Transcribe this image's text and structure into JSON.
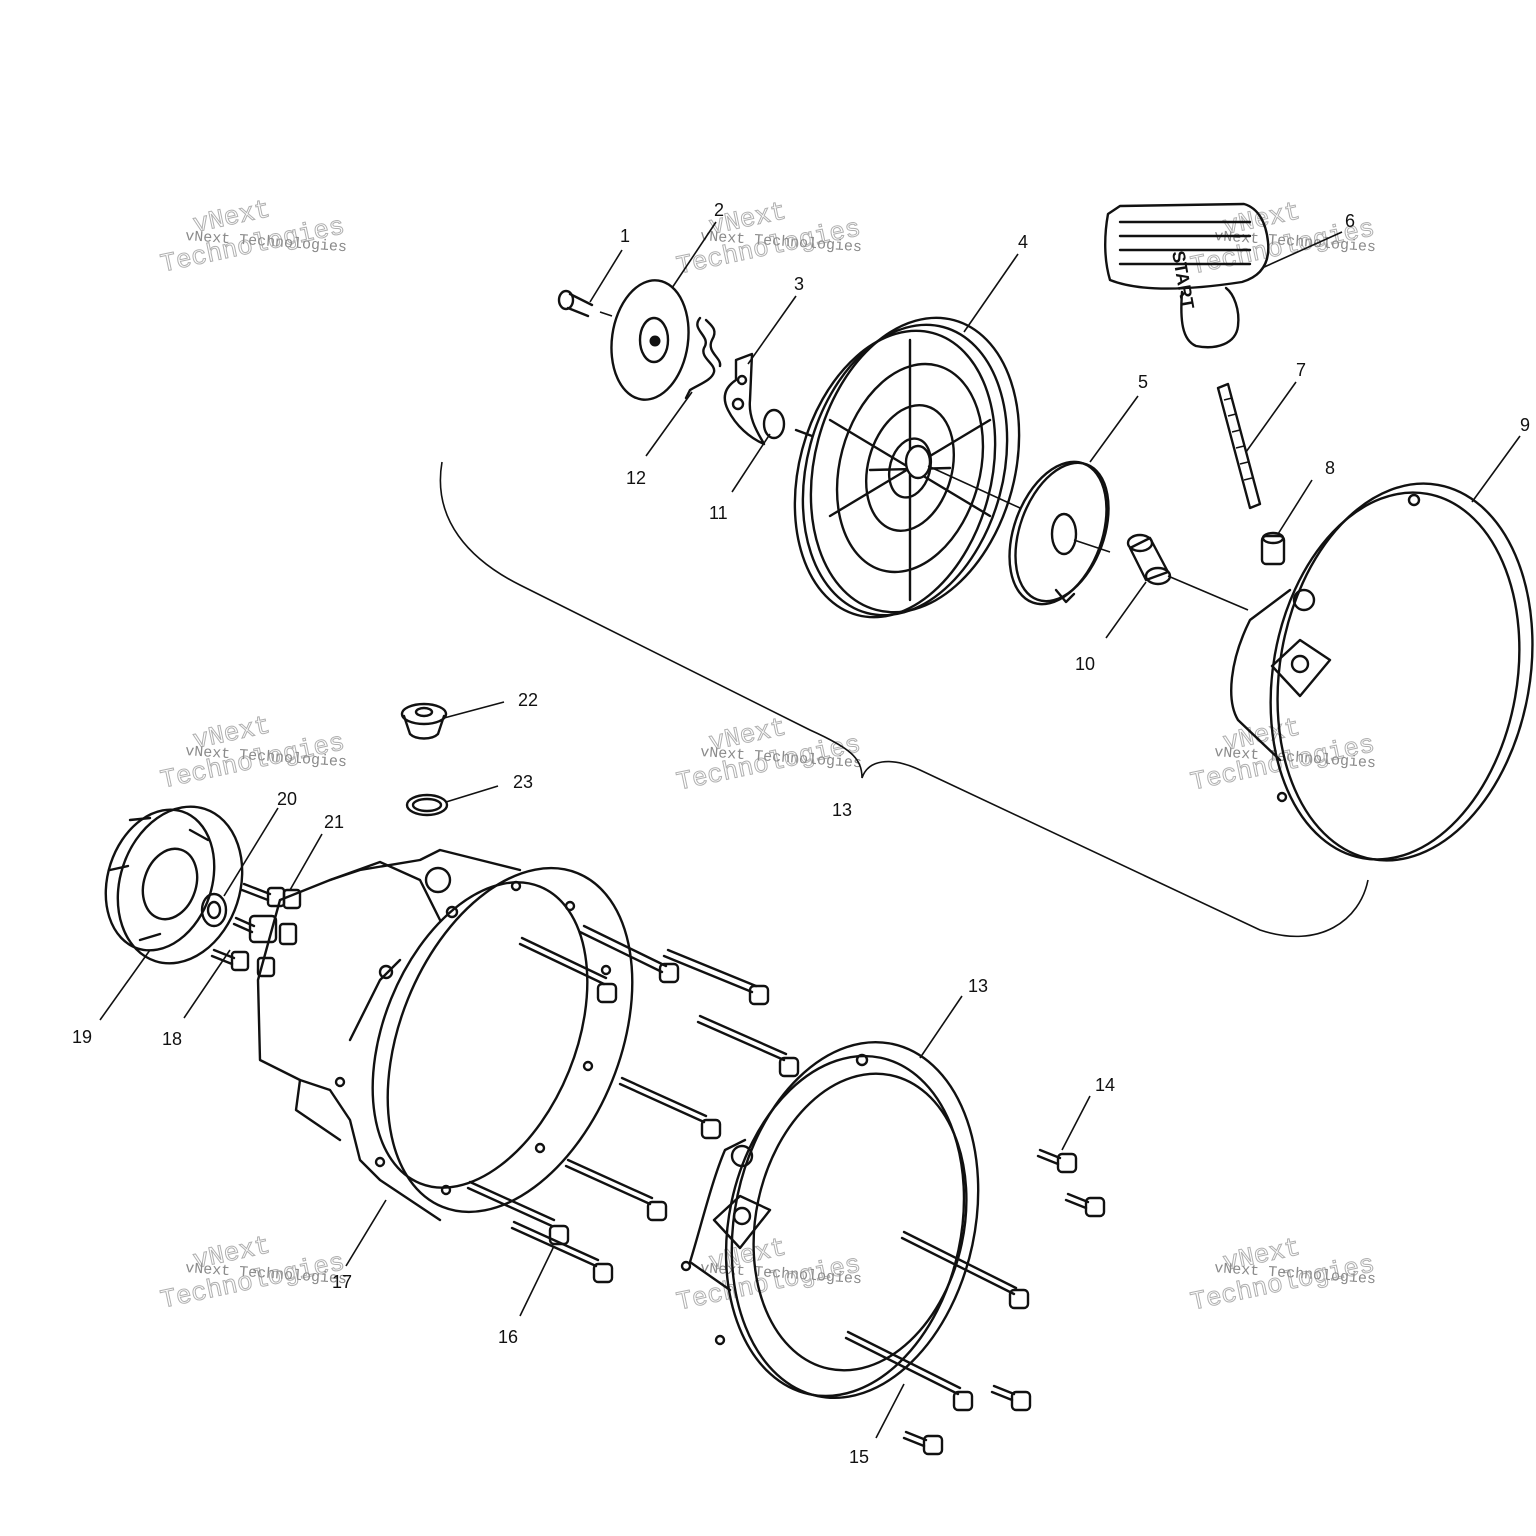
{
  "callouts": [
    {
      "id": "1",
      "text": "1"
    },
    {
      "id": "2",
      "text": "2"
    },
    {
      "id": "3",
      "text": "3"
    },
    {
      "id": "4",
      "text": "4"
    },
    {
      "id": "5",
      "text": "5"
    },
    {
      "id": "6",
      "text": "6"
    },
    {
      "id": "7",
      "text": "7"
    },
    {
      "id": "8",
      "text": "8"
    },
    {
      "id": "9",
      "text": "9"
    },
    {
      "id": "10",
      "text": "10"
    },
    {
      "id": "11",
      "text": "11"
    },
    {
      "id": "12",
      "text": "12"
    },
    {
      "id": "13a",
      "text": "13"
    },
    {
      "id": "13b",
      "text": "13"
    },
    {
      "id": "14",
      "text": "14"
    },
    {
      "id": "15",
      "text": "15"
    },
    {
      "id": "16",
      "text": "16"
    },
    {
      "id": "17",
      "text": "17"
    },
    {
      "id": "18",
      "text": "18"
    },
    {
      "id": "19",
      "text": "19"
    },
    {
      "id": "20",
      "text": "20"
    },
    {
      "id": "21",
      "text": "21"
    },
    {
      "id": "22",
      "text": "22"
    },
    {
      "id": "23",
      "text": "23"
    }
  ],
  "handle_text": "START",
  "watermark": {
    "company": "vNext Technologies",
    "line1": "vNext",
    "line2": "Technologies"
  }
}
